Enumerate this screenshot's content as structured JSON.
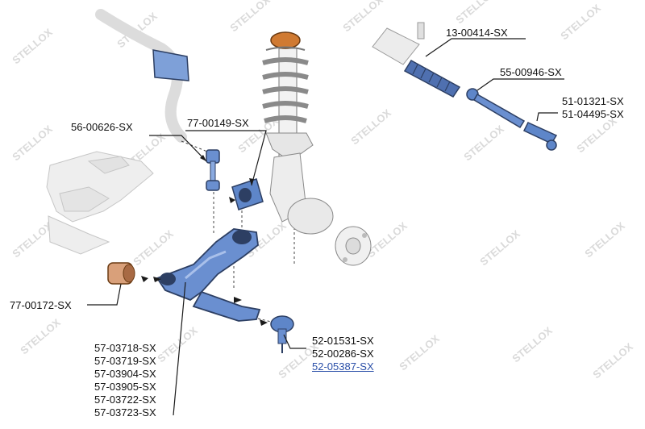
{
  "watermark": {
    "brand": "STELLOX"
  },
  "colors": {
    "part_blue": "#5e86c9",
    "part_dark": "#2d3f63",
    "line": "#222222",
    "highlight": "#2a4fa8",
    "watermark": "#d9d9d9"
  },
  "labels": {
    "tie_rod_boot": "13-00414-SX",
    "inner_tie_rod": "55-00946-SX",
    "tie_rod_end_1": "51-01321-SX",
    "tie_rod_end_2": "51-04495-SX",
    "stabilizer_link": "56-00626-SX",
    "rear_bushing": "77-00149-SX",
    "front_bushing": "77-00172-SX",
    "control_arms": [
      "57-03718-SX",
      "57-03719-SX",
      "57-03904-SX",
      "57-03905-SX",
      "57-03722-SX",
      "57-03723-SX"
    ],
    "ball_joints": [
      "52-01531-SX",
      "52-00286-SX",
      "52-05387-SX"
    ]
  },
  "icons": [
    "coil-spring-strut-icon",
    "wheel-hub-icon",
    "control-arm-icon",
    "ball-joint-icon",
    "tie-rod-icon",
    "stabilizer-link-icon",
    "bushing-icon",
    "subframe-icon"
  ]
}
